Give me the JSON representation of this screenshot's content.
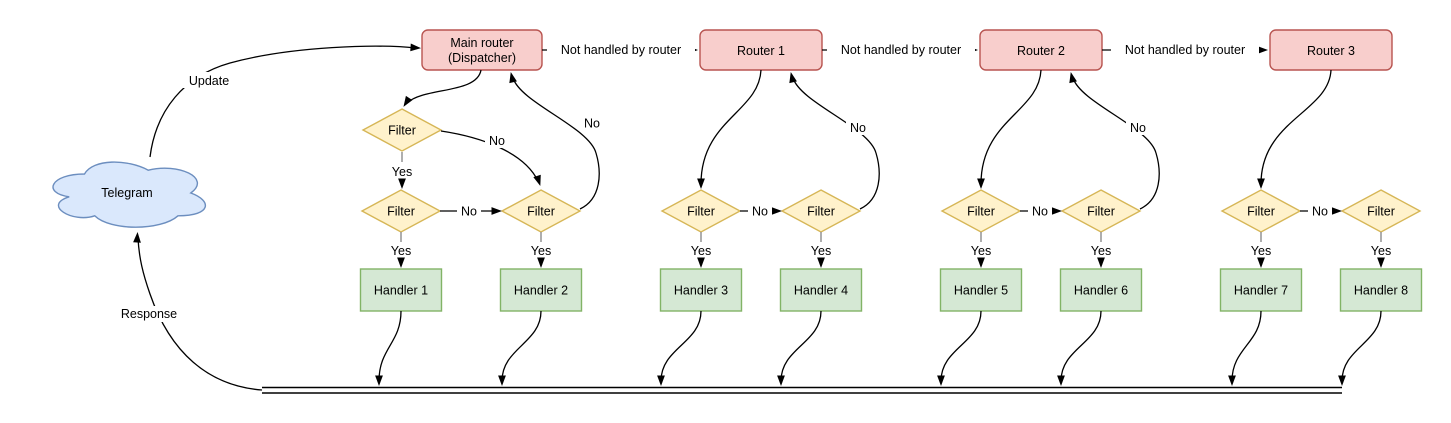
{
  "labels": {
    "telegram": "Telegram",
    "update": "Update",
    "response": "Response",
    "not_handled": "Not handled by router",
    "yes": "Yes",
    "no": "No",
    "filter": "Filter"
  },
  "nodes": {
    "main_router": [
      "Main router",
      "(Dispatcher)"
    ],
    "routers": [
      "Router 1",
      "Router 2",
      "Router 3"
    ],
    "handlers": [
      "Handler 1",
      "Handler 2",
      "Handler 3",
      "Handler 4",
      "Handler 5",
      "Handler 6",
      "Handler 7",
      "Handler 8"
    ]
  },
  "colors": {
    "cloud_fill": "#dae8fc",
    "cloud_stroke": "#6c8ebf",
    "router_fill": "#f8cecc",
    "router_stroke": "#b85450",
    "filter_fill": "#fff2cc",
    "filter_stroke": "#d6b656",
    "handler_fill": "#d5e8d4",
    "handler_stroke": "#82b366",
    "edge": "#000000",
    "stub_gray": "#999999"
  }
}
